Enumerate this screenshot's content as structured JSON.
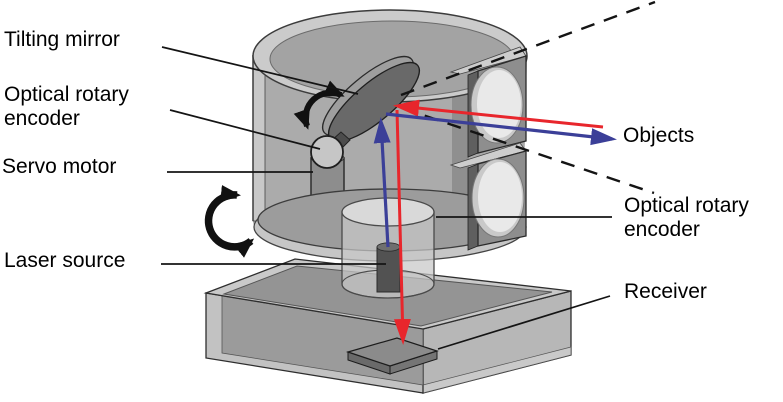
{
  "labels": {
    "tilting_mirror": "Tilting mirror",
    "optical_rotary_encoder_left": "Optical rotary encoder",
    "servo_motor": "Servo motor",
    "laser_source": "Laser source",
    "objects": "Objects",
    "optical_rotary_encoder_right": "Optical rotary encoder",
    "receiver": "Receiver"
  },
  "colors": {
    "outgoing_beam_blue": "#3b3f98",
    "return_beam_red": "#e8262c",
    "outline_black": "#141414",
    "drum_gray": "#ababab",
    "lid_gray": "#cbcbcb",
    "mirror_gray": "#696969",
    "lens_gray": "#e9e9e9",
    "base_gray": "#c9c9c9"
  },
  "icons": {
    "tilt_arrow": "curved-double-arrow",
    "rotation_arrow": "curved-double-arrow",
    "beam_arrowheads": "triangle"
  }
}
